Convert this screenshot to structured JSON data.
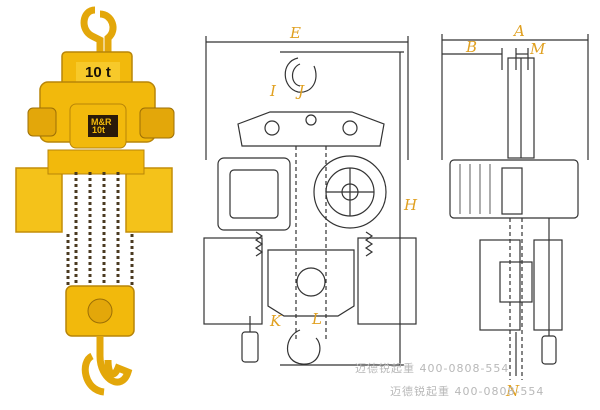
{
  "photo": {
    "capacity_label": "10 t",
    "brand_label": "M&R",
    "model_label": "10t"
  },
  "front_view": {
    "labels": {
      "E": "E",
      "H": "H",
      "I": "I",
      "J": "J",
      "K": "K",
      "L": "L"
    }
  },
  "side_view": {
    "labels": {
      "A": "A",
      "B": "B",
      "M": "M",
      "N": "N"
    }
  },
  "watermarks": [
    "迈德锐起重    400-0808-554",
    "迈德锐起重    400-0808-554"
  ],
  "colors": {
    "hoist_yellow": "#f2b90c",
    "line": "#333333",
    "dimension_label": "#e0a020"
  }
}
